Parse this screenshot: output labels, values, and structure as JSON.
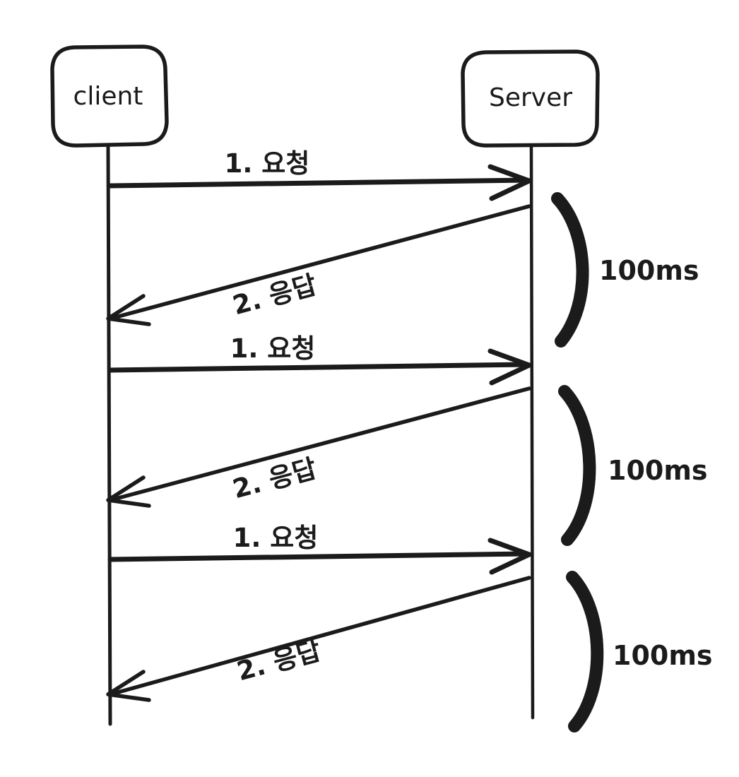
{
  "diagram": {
    "type": "sequence-diagram",
    "actors": [
      {
        "id": "client",
        "label": "client"
      },
      {
        "id": "server",
        "label": "Server"
      }
    ],
    "exchanges": [
      {
        "request_label": "1. 요청",
        "response_label": "2. 응답",
        "latency_label": "100ms"
      },
      {
        "request_label": "1. 요청",
        "response_label": "2. 응답",
        "latency_label": "100ms"
      },
      {
        "request_label": "1. 요청",
        "response_label": "2. 응답",
        "latency_label": "100ms"
      }
    ],
    "colors": {
      "ink": "#1b1b1b",
      "background": "#ffffff"
    }
  }
}
